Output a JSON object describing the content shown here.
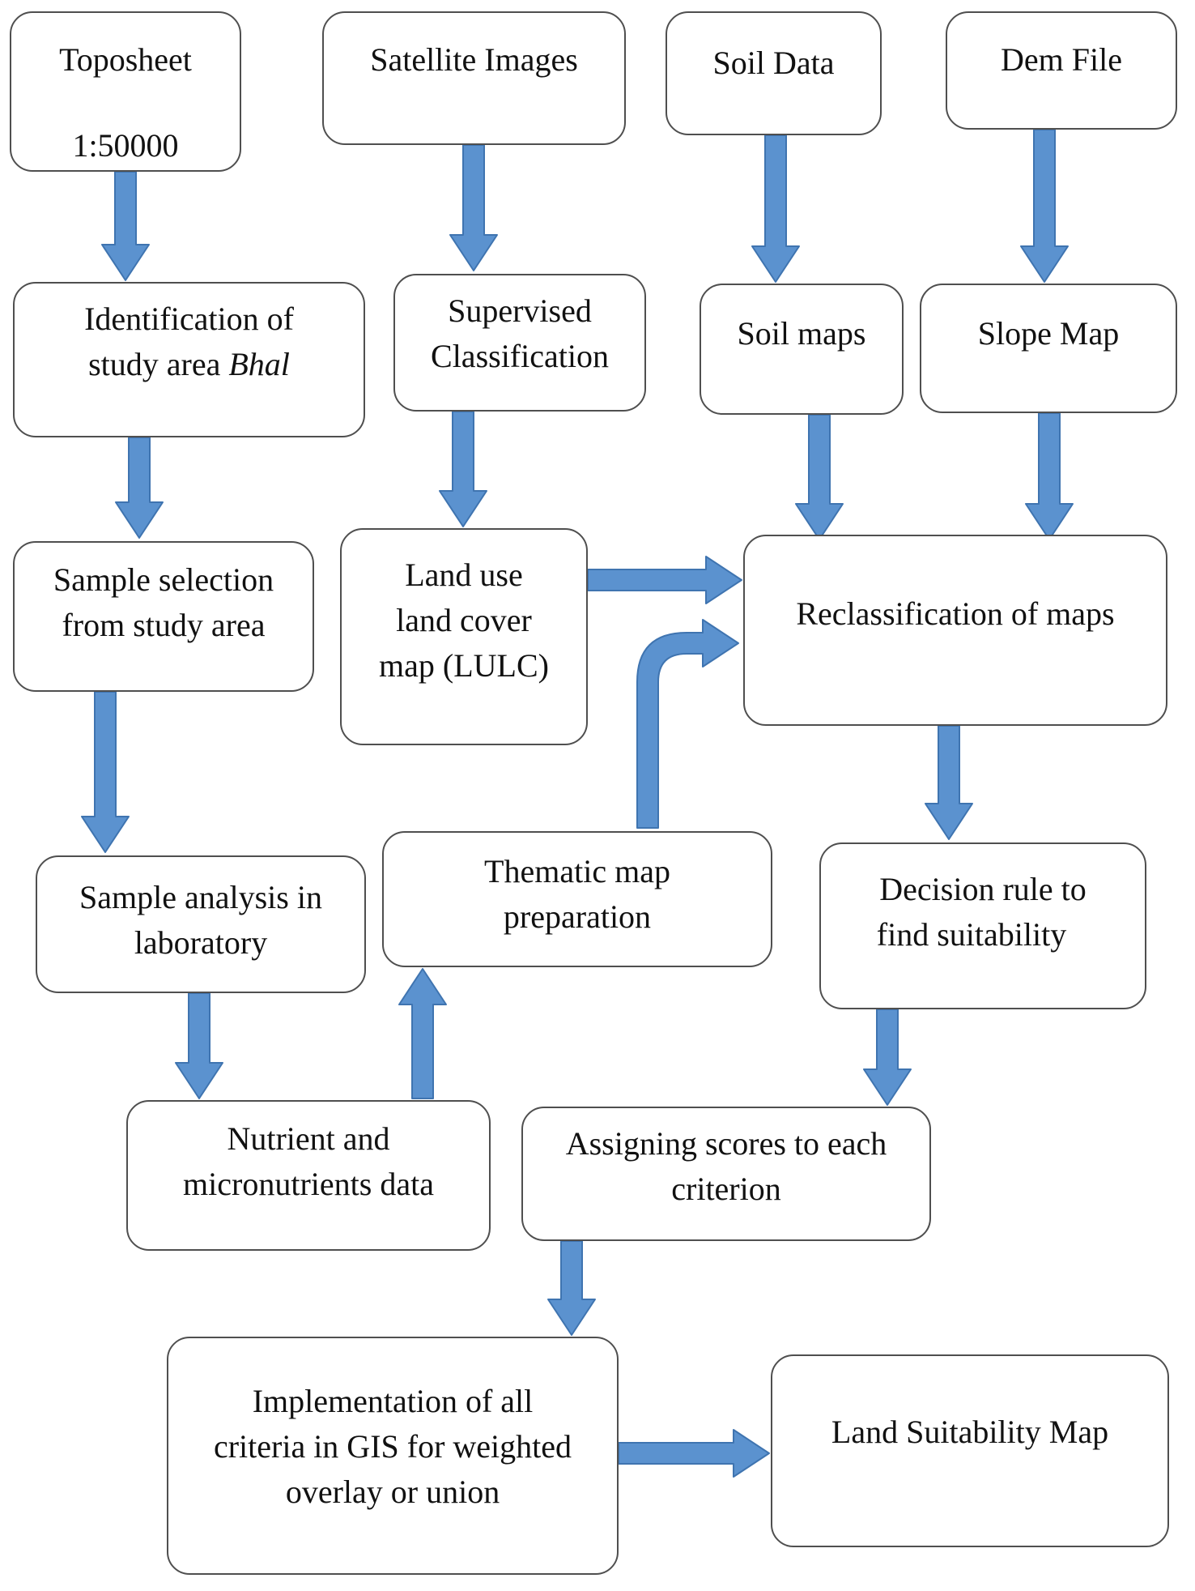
{
  "colors": {
    "arrow_fill": "#5b92cf",
    "arrow_stroke": "#3f74b0",
    "box_border": "#4f4f4f",
    "text": "#111111",
    "background": "#ffffff"
  },
  "nodes": {
    "toposheet": {
      "line1": "Toposheet",
      "line2": "1:50000"
    },
    "satellite_images": {
      "line1": "Satellite Images"
    },
    "soil_data": {
      "line1": "Soil Data"
    },
    "dem_file": {
      "line1": "Dem File"
    },
    "identification": {
      "line1": "Identification of",
      "line2_prefix": "study area ",
      "line2_italic": "Bhal"
    },
    "supervised_classification": {
      "line1": "Supervised",
      "line2": "Classification"
    },
    "soil_maps": {
      "line1": "Soil maps"
    },
    "slope_map": {
      "line1": "Slope Map"
    },
    "sample_selection": {
      "line1": "Sample selection",
      "line2": "from study area"
    },
    "lulc": {
      "line1": "Land use",
      "line2": "land cover",
      "line3": "map (LULC)"
    },
    "reclassification": {
      "line1": "Reclassification of maps"
    },
    "sample_analysis": {
      "line1": "Sample analysis in",
      "line2": "laboratory"
    },
    "thematic_map": {
      "line1": "Thematic map",
      "line2": "preparation"
    },
    "decision_rule": {
      "line1": "Decision rule to",
      "line2": "find suitability"
    },
    "nutrient": {
      "line1": "Nutrient and",
      "line2": "micronutrients data"
    },
    "assigning_scores": {
      "line1": "Assigning scores to each",
      "line2": "criterion"
    },
    "implementation": {
      "line1": "Implementation of all",
      "line2": "criteria in GIS for weighted",
      "line3": "overlay or union"
    },
    "land_suitability": {
      "line1": "Land Suitability Map"
    }
  },
  "edges": [
    {
      "from": "toposheet",
      "to": "identification"
    },
    {
      "from": "satellite_images",
      "to": "supervised_classification"
    },
    {
      "from": "soil_data",
      "to": "soil_maps"
    },
    {
      "from": "dem_file",
      "to": "slope_map"
    },
    {
      "from": "identification",
      "to": "sample_selection"
    },
    {
      "from": "supervised_classification",
      "to": "lulc"
    },
    {
      "from": "soil_maps",
      "to": "reclassification"
    },
    {
      "from": "slope_map",
      "to": "reclassification"
    },
    {
      "from": "lulc",
      "to": "reclassification"
    },
    {
      "from": "thematic_map",
      "to": "reclassification"
    },
    {
      "from": "sample_selection",
      "to": "sample_analysis"
    },
    {
      "from": "sample_analysis",
      "to": "nutrient"
    },
    {
      "from": "nutrient",
      "to": "thematic_map"
    },
    {
      "from": "reclassification",
      "to": "decision_rule"
    },
    {
      "from": "decision_rule",
      "to": "assigning_scores"
    },
    {
      "from": "assigning_scores",
      "to": "implementation"
    },
    {
      "from": "implementation",
      "to": "land_suitability"
    }
  ]
}
